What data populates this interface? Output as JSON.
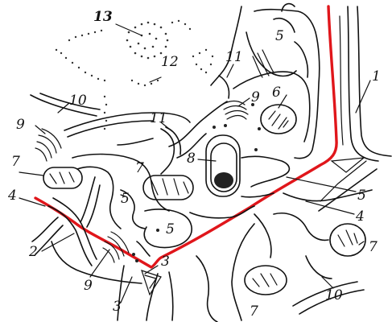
{
  "figure": {
    "colors": {
      "line": "#111111",
      "membrane_highlight": "#e0161b",
      "background": "#ffffff"
    },
    "labels": [
      {
        "id": "1",
        "text": "1"
      },
      {
        "id": "2",
        "text": "2"
      },
      {
        "id": "3a",
        "text": "3"
      },
      {
        "id": "3b",
        "text": "3"
      },
      {
        "id": "4a",
        "text": "4"
      },
      {
        "id": "4b",
        "text": "4"
      },
      {
        "id": "5a",
        "text": "5"
      },
      {
        "id": "5b",
        "text": "5"
      },
      {
        "id": "5c",
        "text": "5"
      },
      {
        "id": "5d",
        "text": "5"
      },
      {
        "id": "6",
        "text": "6"
      },
      {
        "id": "7a",
        "text": "7"
      },
      {
        "id": "7b",
        "text": "7"
      },
      {
        "id": "7c",
        "text": "7"
      },
      {
        "id": "7d",
        "text": "7"
      },
      {
        "id": "8",
        "text": "8"
      },
      {
        "id": "9a",
        "text": "9"
      },
      {
        "id": "9b",
        "text": "9"
      },
      {
        "id": "9c",
        "text": "9"
      },
      {
        "id": "10a",
        "text": "10"
      },
      {
        "id": "10b",
        "text": "10"
      },
      {
        "id": "11a",
        "text": "11"
      },
      {
        "id": "11b",
        "text": "11"
      },
      {
        "id": "12",
        "text": "12"
      },
      {
        "id": "13",
        "text": "13"
      }
    ]
  }
}
